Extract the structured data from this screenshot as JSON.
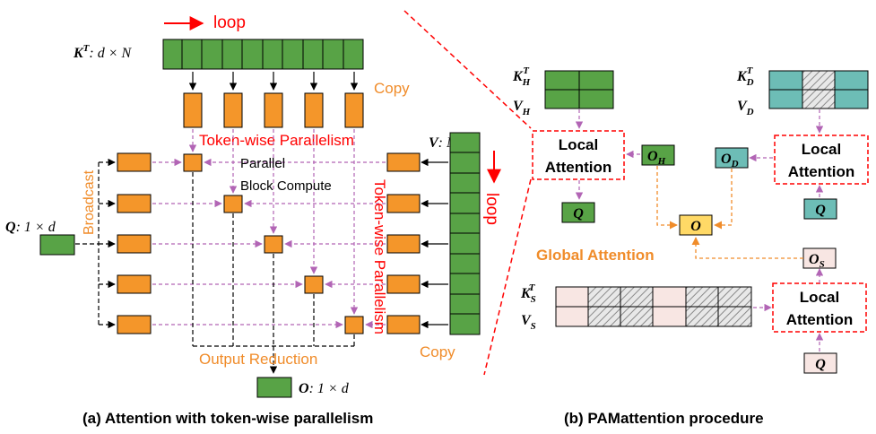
{
  "colors": {
    "green": "#58A346",
    "orange": "#F4962A",
    "teal": "#6DBDB6",
    "pink": "#F8E6E3",
    "yellow": "#FFD966",
    "red": "#FF0000",
    "purple": "#B265B5",
    "orange_text": "#F08C2A"
  },
  "left": {
    "loop_top": "loop",
    "kt_label": {
      "sym": "K",
      "sup": "T",
      "rest": ": d × N"
    },
    "copy_top": "Copy",
    "v_label": {
      "sym": "V",
      "rest": ": N × d"
    },
    "loop_right": "loop",
    "token_parallel_h": "Token-wise Parallelism",
    "token_parallel_v": "Token-wise Parallelism",
    "parallel_compute_1": "Parallel",
    "parallel_compute_2": "Block Compute",
    "broadcast": "Broadcast",
    "q_label": {
      "sym": "Q",
      "rest": ":  1 × d"
    },
    "output_reduction": "Output Reduction",
    "copy_bottom": "Copy",
    "o_label": {
      "sym": "O",
      "rest": ": 1 × d"
    },
    "caption": "(a) Attention with token-wise parallelism"
  },
  "right": {
    "kh": {
      "k": "K",
      "ksub": "H",
      "ksup": "T",
      "v": "V",
      "vsub": "H"
    },
    "kd": {
      "k": "K",
      "ksub": "D",
      "ksup": "T",
      "v": "V",
      "vsub": "D"
    },
    "ks": {
      "k": "K",
      "ksub": "S",
      "ksup": "T",
      "v": "V",
      "vsub": "S"
    },
    "local_attention_1": "Local",
    "local_attention_2": "Attention",
    "oh": {
      "sym": "O",
      "sub": "H"
    },
    "od": {
      "sym": "O",
      "sub": "D"
    },
    "os": {
      "sym": "O",
      "sub": "S"
    },
    "o": "O",
    "q": "Q",
    "global_attention": "Global Attention",
    "caption": "(b) PAMattention procedure"
  }
}
